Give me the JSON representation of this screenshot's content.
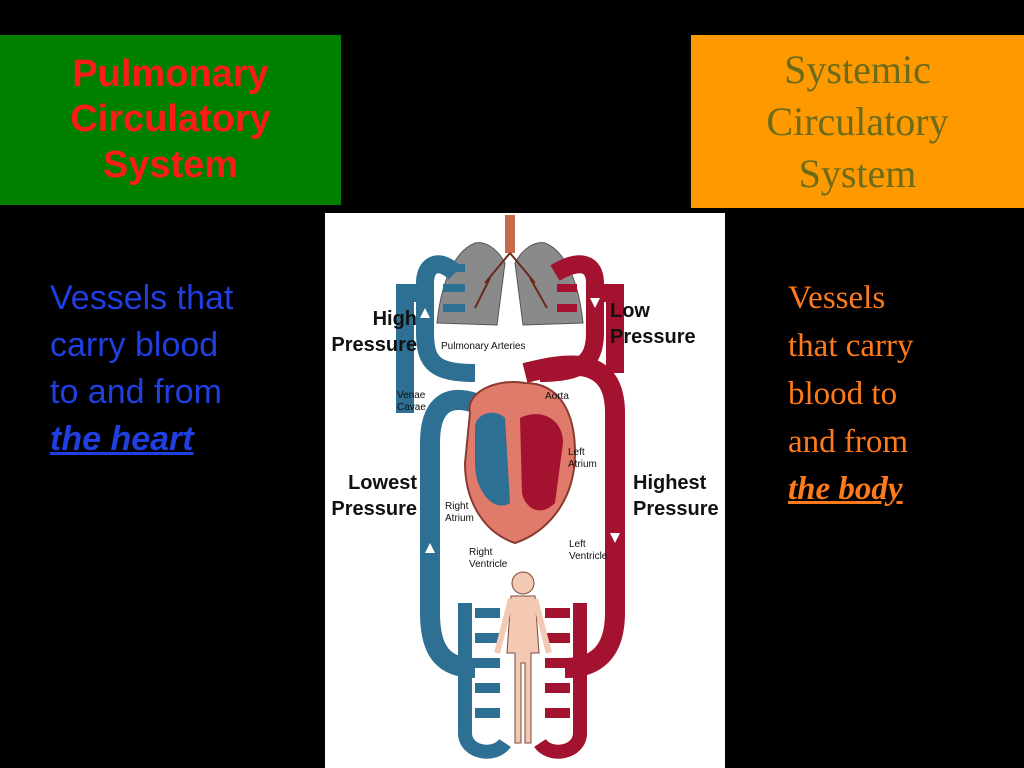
{
  "left_box": {
    "title": "Pulmonary\nCirculatory\nSystem"
  },
  "right_box": {
    "title": "Systemic\nCirculatory\nSystem"
  },
  "left_text": {
    "lines": [
      "Vessels that",
      "carry blood",
      "to and from"
    ],
    "emphasis": "the heart"
  },
  "right_text": {
    "lines": [
      "Vessels",
      "that carry",
      "blood to",
      "and from"
    ],
    "emphasis": "the body"
  },
  "diagram": {
    "labels": {
      "high": "High",
      "high_pressure": "Pressure",
      "low": "Low",
      "low_pressure": "Pressure",
      "lowest": "Lowest",
      "lowest_pressure": "Pressure",
      "highest": "Highest",
      "highest_pressure": "Pressure",
      "pulmonary_arteries": "Pulmonary Arteries",
      "aorta": "Aorta",
      "venae": "Venae",
      "cavae": "Cavae",
      "left_atrium_1": "Left",
      "left_atrium_2": "Atrium",
      "right_atrium_1": "Right",
      "right_atrium_2": "Atrium",
      "right_ventricle_1": "Right",
      "right_ventricle_2": "Ventricle",
      "left_ventricle_1": "Left",
      "left_ventricle_2": "Ventricle"
    }
  },
  "colors": {
    "pulmonary_box": "#008000",
    "systemic_box": "#ff9900",
    "blue_vessel": "#2e6f94",
    "red_vessel": "#a3122f"
  }
}
